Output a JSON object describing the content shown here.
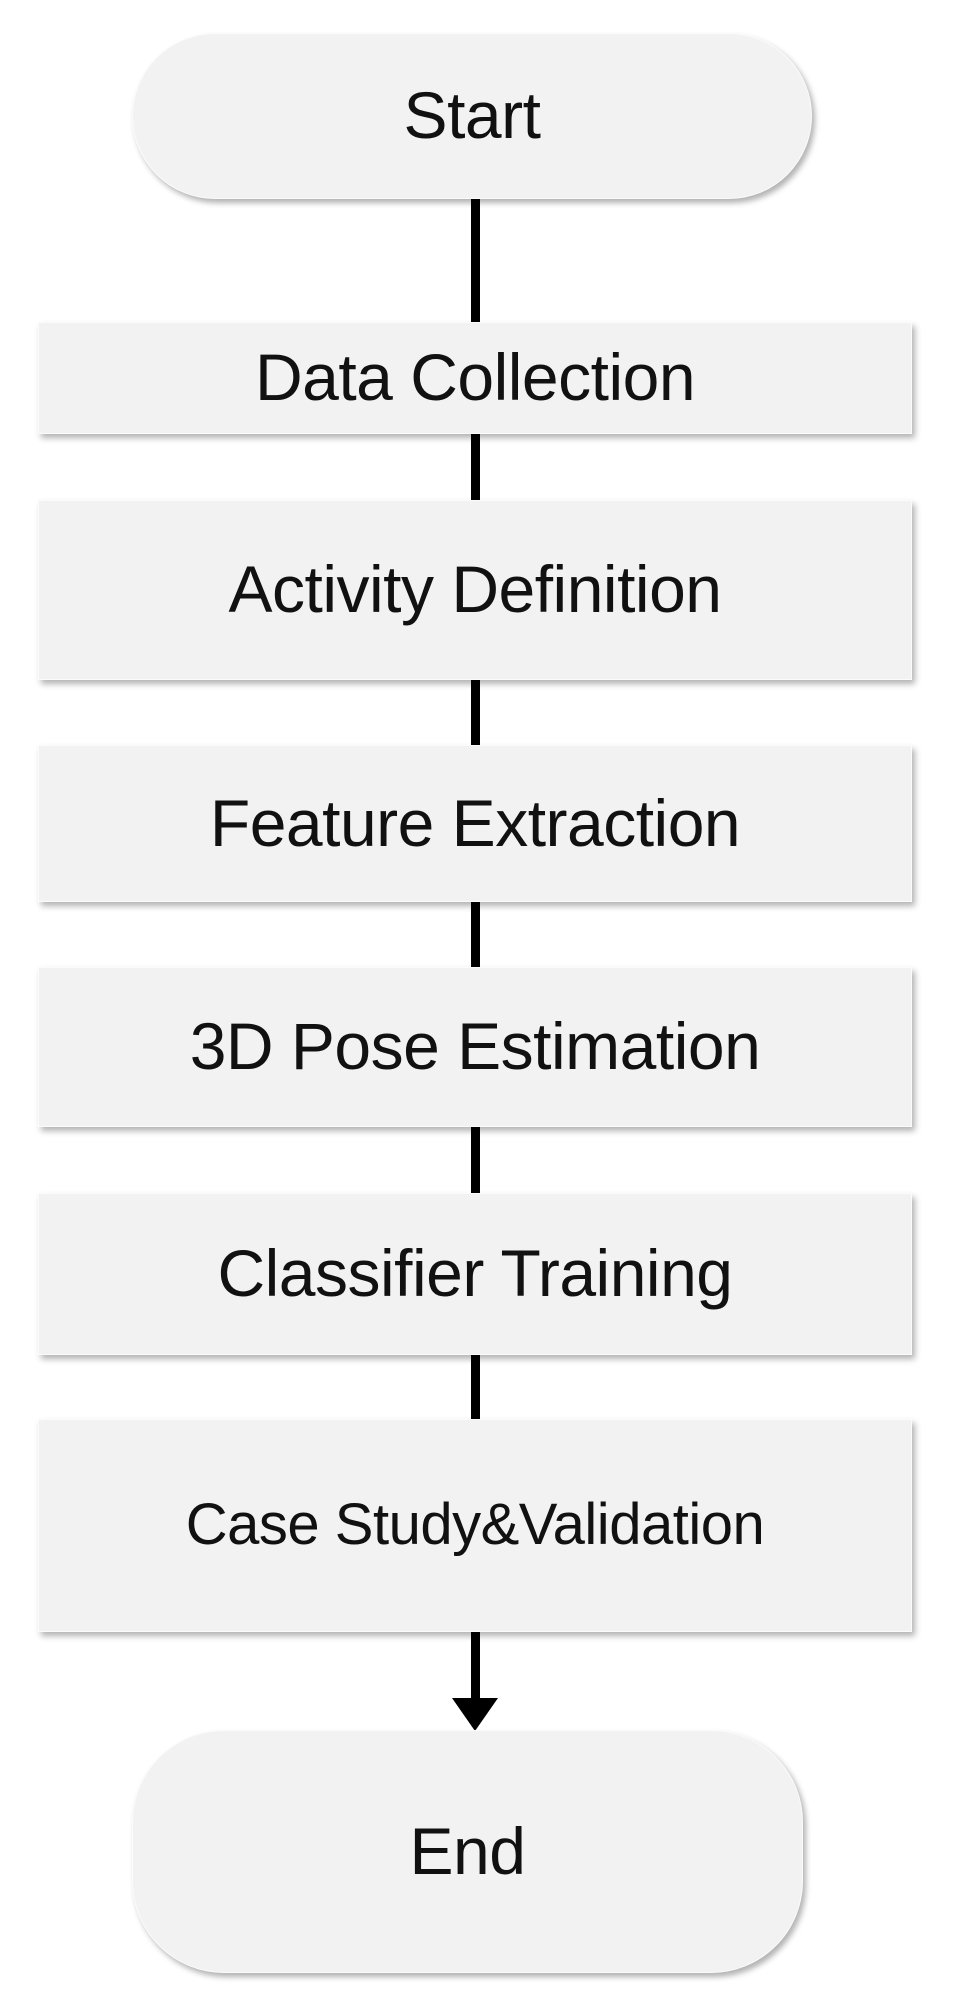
{
  "diagram": {
    "type": "flowchart",
    "orientation": "vertical",
    "background_color": "#ffffff",
    "node_fill_color": "#f2f2f2",
    "node_text_color": "#111111",
    "connector_color": "#000000",
    "nodes": [
      {
        "id": "start",
        "label": "Start",
        "shape": "terminator"
      },
      {
        "id": "data-collection",
        "label": "Data Collection",
        "shape": "process"
      },
      {
        "id": "activity-definition",
        "label": "Activity Definition",
        "shape": "process"
      },
      {
        "id": "feature-extraction",
        "label": "Feature Extraction",
        "shape": "process"
      },
      {
        "id": "pose-estimation",
        "label": "3D Pose Estimation",
        "shape": "process"
      },
      {
        "id": "classifier-training",
        "label": "Classifier Training",
        "shape": "process"
      },
      {
        "id": "case-study",
        "label": "Case Study&Validation",
        "shape": "process"
      },
      {
        "id": "end",
        "label": "End",
        "shape": "terminator"
      }
    ],
    "edges": [
      {
        "from": "start",
        "to": "data-collection",
        "arrowhead": false
      },
      {
        "from": "data-collection",
        "to": "activity-definition",
        "arrowhead": false
      },
      {
        "from": "activity-definition",
        "to": "feature-extraction",
        "arrowhead": false
      },
      {
        "from": "feature-extraction",
        "to": "pose-estimation",
        "arrowhead": false
      },
      {
        "from": "pose-estimation",
        "to": "classifier-training",
        "arrowhead": false
      },
      {
        "from": "classifier-training",
        "to": "case-study",
        "arrowhead": false
      },
      {
        "from": "case-study",
        "to": "end",
        "arrowhead": true
      }
    ]
  }
}
